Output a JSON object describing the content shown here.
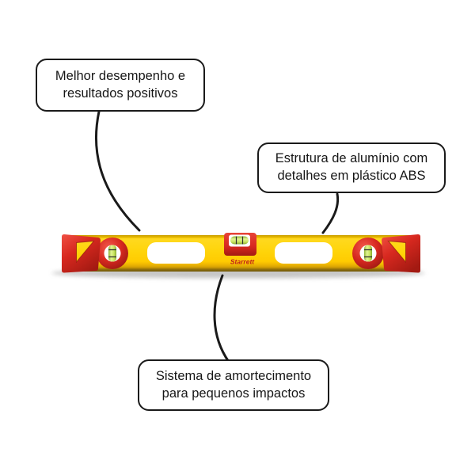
{
  "callouts": {
    "performance": {
      "text": "Melhor desempenho e resultados positivos"
    },
    "structure": {
      "text": "Estrutura de alumínio com detalhes em plástico ABS"
    },
    "damping": {
      "text": "Sistema de amortecimento para pequenos impactos"
    }
  },
  "product": {
    "brand": "Starrett",
    "type": "spirit-level"
  },
  "colors": {
    "background": "#FFFFFF",
    "body_yellow": "#FFD40A",
    "body_edge_dark": "#6E5609",
    "accent_red": "#D7281F",
    "accent_red_dark": "#A31A12",
    "vial_green": "#C9E55F",
    "callout_border": "#1A1A1A",
    "callout_text": "#161616"
  }
}
